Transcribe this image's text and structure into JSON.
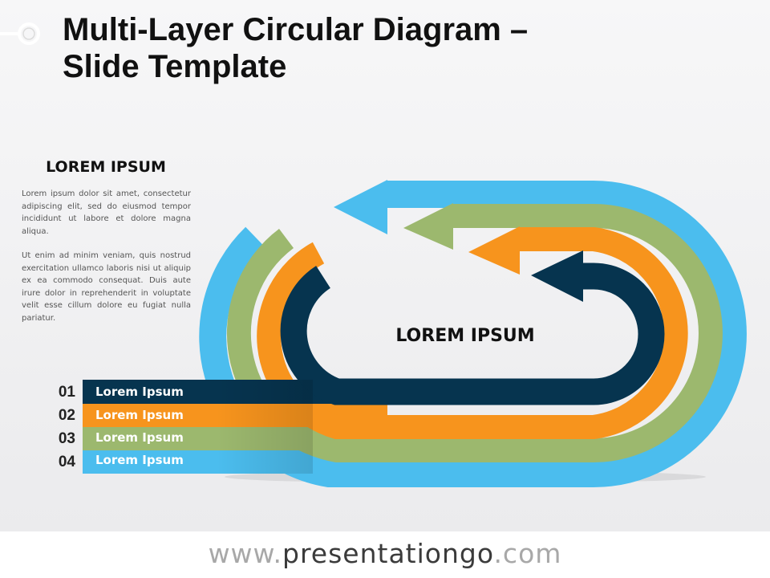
{
  "header": {
    "title_line1": "Multi-Layer Circular Diagram –",
    "title_line2": "Slide Template"
  },
  "sidebar": {
    "heading": "LOREM IPSUM",
    "paragraph1": "Lorem ipsum dolor sit amet, consectetur adipiscing elit, sed do eiusmod tempor incididunt ut labore et dolore magna aliqua.",
    "paragraph2": "Ut enim ad minim veniam, quis nostrud exercitation ullamco laboris nisi ut aliquip ex ea commodo consequat. Duis aute irure dolor in reprehenderit in voluptate velit esse cillum dolore eu fugiat nulla pariatur."
  },
  "diagram": {
    "center_label": "LOREM IPSUM",
    "layers": [
      {
        "number": "01",
        "label": "Lorem Ipsum",
        "color": "#06344f"
      },
      {
        "number": "02",
        "label": "Lorem Ipsum",
        "color": "#f7941d"
      },
      {
        "number": "03",
        "label": "Lorem Ipsum",
        "color": "#9cb86e"
      },
      {
        "number": "04",
        "label": "Lorem Ipsum",
        "color": "#4bbdee"
      }
    ]
  },
  "footer": {
    "url_prefix": "www.",
    "url_brand": "presentationgo",
    "url_suffix": ".com"
  }
}
